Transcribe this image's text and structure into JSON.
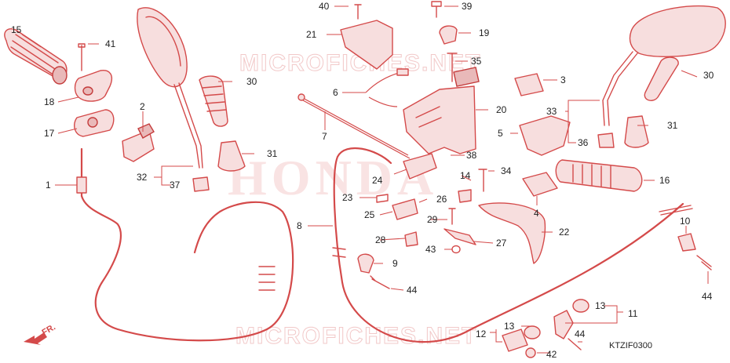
{
  "diagram": {
    "watermark_top": "MICROFICHES.NET",
    "watermark_center": "HONDA",
    "watermark_bottom": "MICROFICHES.NET",
    "front_marker": "FR.",
    "drawing_code": "KTZIF0300",
    "colors": {
      "line": "#d44a4a",
      "watermark": "#f2c9c9",
      "label": "#222222"
    },
    "callouts": [
      "1",
      "2",
      "3",
      "4",
      "5",
      "6",
      "7",
      "8",
      "9",
      "10",
      "11",
      "12",
      "13",
      "13",
      "14",
      "15",
      "16",
      "17",
      "18",
      "19",
      "20",
      "21",
      "22",
      "23",
      "24",
      "25",
      "26",
      "27",
      "28",
      "29",
      "30",
      "30",
      "31",
      "31",
      "32",
      "33",
      "34",
      "35",
      "36",
      "37",
      "38",
      "39",
      "40",
      "41",
      "42",
      "43",
      "44",
      "44",
      "44"
    ]
  }
}
